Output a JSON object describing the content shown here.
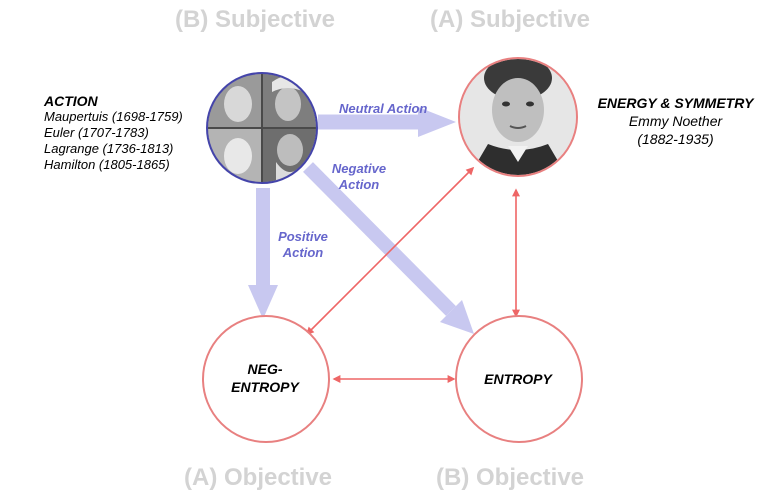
{
  "corners": {
    "top_left": "(B) Subjective",
    "top_right": "(A) Subjective",
    "bottom_left": "(A) Objective",
    "bottom_right": "(B) Objective"
  },
  "action": {
    "title": "ACTION",
    "people": [
      "Maupertuis (1698-1759)",
      "Euler (1707-1783)",
      "Lagrange (1736-1813)",
      "Hamilton (1805-1865)"
    ]
  },
  "energy": {
    "title": "ENERGY & SYMMETRY",
    "person": "Emmy Noether",
    "years": "(1882-1935)"
  },
  "nodes": {
    "neg_entropy_line1": "NEG-",
    "neg_entropy_line2": "ENTROPY",
    "entropy": "ENTROPY"
  },
  "arrows": {
    "neutral": "Neutral Action",
    "negative_line1": "Negative",
    "negative_line2": "Action",
    "positive_line1": "Positive",
    "positive_line2": "Action"
  },
  "colors": {
    "circle_red": "#e88080",
    "arrow_red": "#ee6666",
    "circle_blue": "#4444aa",
    "arrow_lavender": "#c8c8f0",
    "label_blue": "#6666cc",
    "corner_gray": "#d3d3d3"
  }
}
